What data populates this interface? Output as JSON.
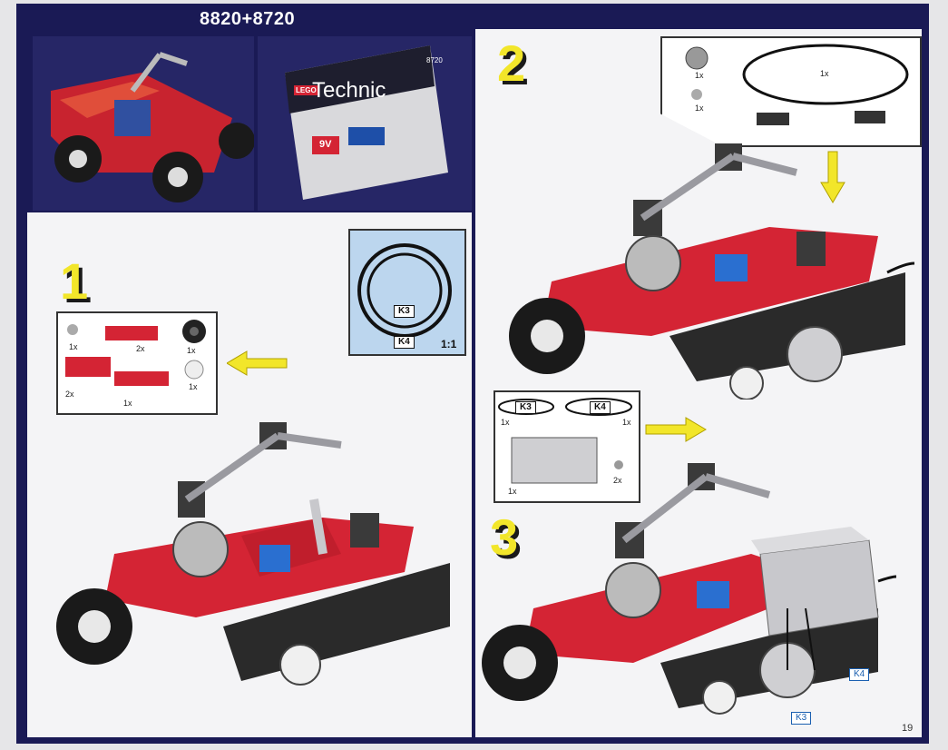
{
  "header": {
    "title": "8820+8720"
  },
  "box_art": {
    "brand": "LEGO",
    "product_line": "Technic",
    "set_number": "8720",
    "battery_label": "9V"
  },
  "steps": [
    {
      "number": "1",
      "parts": [
        {
          "qty": "1x"
        },
        {
          "qty": "2x"
        },
        {
          "qty": "1x"
        },
        {
          "qty": "2x"
        },
        {
          "qty": "1x"
        },
        {
          "qty": "1x"
        }
      ],
      "scale": {
        "ring_labels": [
          "K3",
          "K4"
        ],
        "ratio": "1:1"
      }
    },
    {
      "number": "2",
      "parts": [
        {
          "qty": "1x"
        },
        {
          "qty": "1x"
        },
        {
          "qty": "1x"
        }
      ]
    },
    {
      "number": "3",
      "parts": [
        {
          "label": "K3",
          "qty": "1x"
        },
        {
          "label": "K4",
          "qty": "1x"
        },
        {
          "qty": "1x"
        },
        {
          "qty": "2x"
        }
      ],
      "callouts": [
        "K4",
        "K3"
      ]
    }
  ],
  "footer": {
    "page_number": "19"
  },
  "colors": {
    "page_border": "#1a1a55",
    "step_number": "#f2e62a",
    "arrow": "#f2e62a",
    "brick_red": "#d42434",
    "brick_black": "#2a2a2a",
    "brick_gray": "#b4b4b8",
    "seat_blue": "#2a6fd0"
  }
}
